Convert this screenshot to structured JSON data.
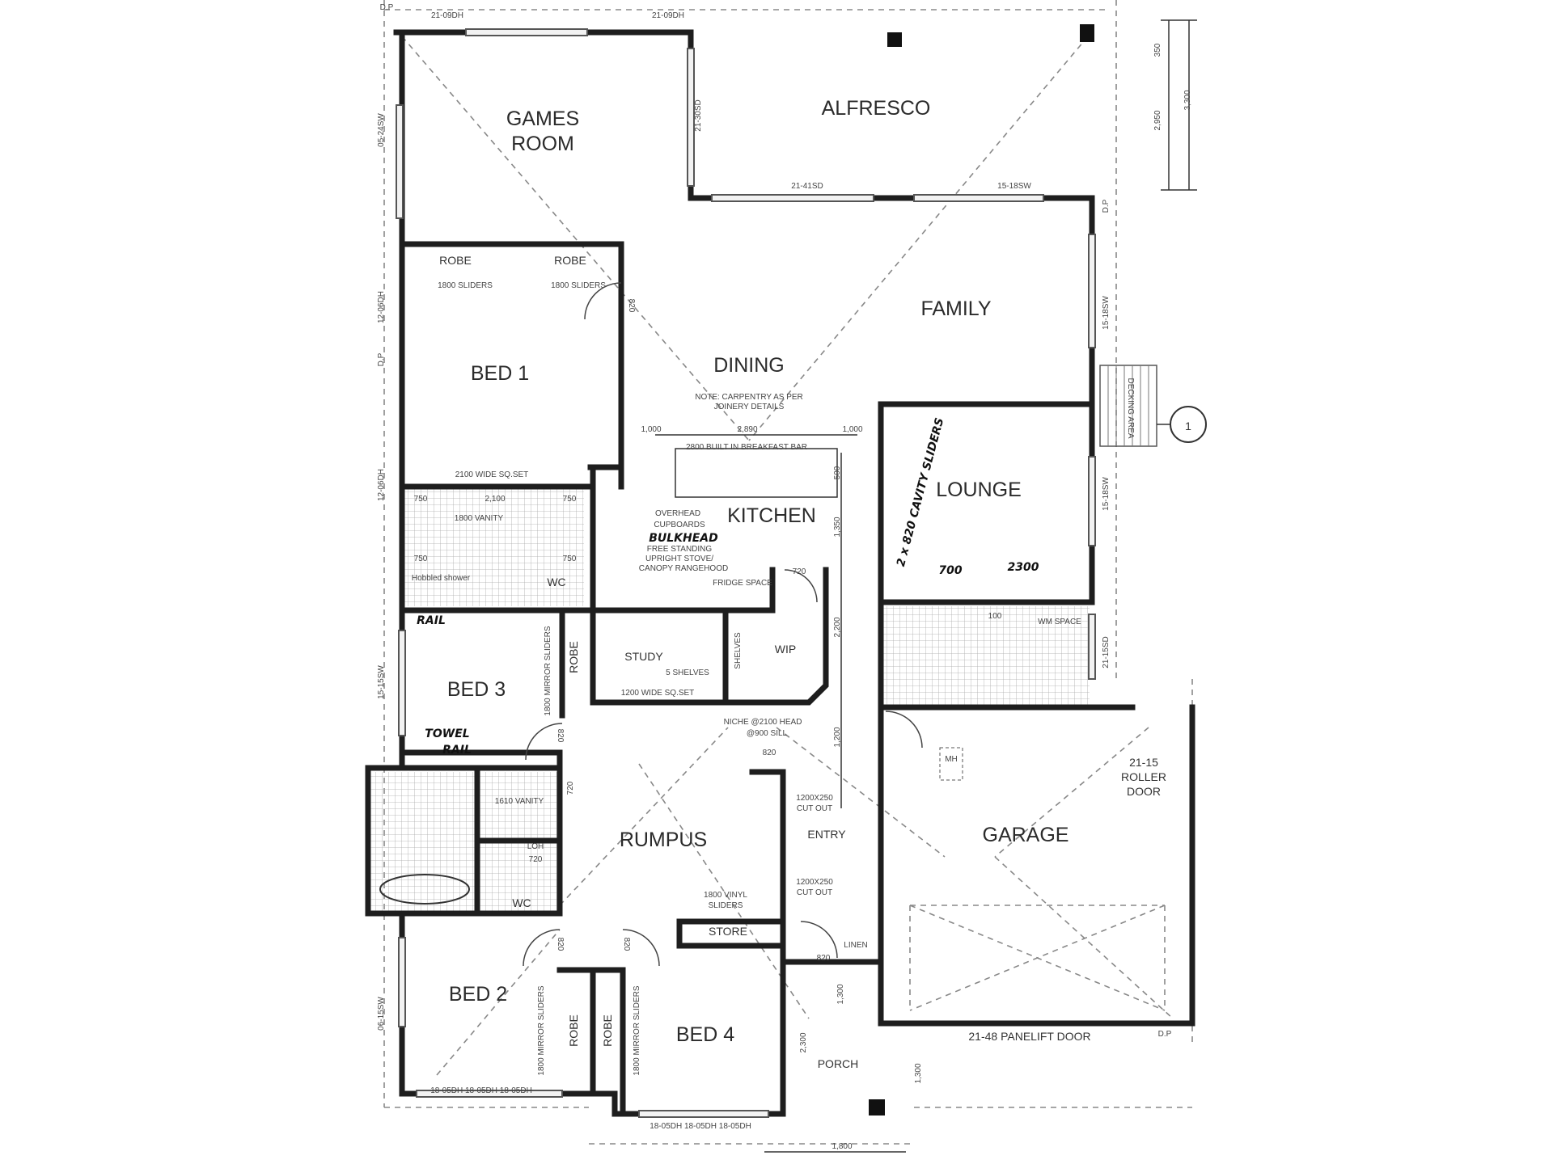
{
  "colors": {
    "wall": "#1e1e1e",
    "background": "#ffffff",
    "dashed": "#888888"
  },
  "rooms": {
    "games_room_1": "GAMES",
    "games_room_2": "ROOM",
    "alfresco": "ALFRESCO",
    "family": "FAMILY",
    "dining": "DINING",
    "bed1": "BED 1",
    "kitchen": "KITCHEN",
    "lounge": "LOUNGE",
    "study": "STUDY",
    "wip": "WIP",
    "bed3": "BED 3",
    "rumpus": "RUMPUS",
    "entry": "ENTRY",
    "garage": "GARAGE",
    "bed2": "BED 2",
    "bed4": "BED 4",
    "porch": "PORCH",
    "store": "STORE",
    "wc_ensuite": "WC",
    "wc_main": "WC",
    "robe_a": "ROBE",
    "robe_b": "ROBE",
    "robe_bed3": "ROBE",
    "robe_bed2": "ROBE",
    "robe_bed4": "ROBE",
    "mh": "MH"
  },
  "openings": {
    "top_dh_1": "21-09DH",
    "top_dh_2": "21-09DH",
    "games_sd": "21-30SD",
    "alfresco_sd": "21-41SD",
    "alfresco_sw": "15-18SW",
    "family_sw": "15-18SW",
    "lounge_sw": "15-18SW",
    "laundry_sd": "21-15SD",
    "games_sw": "05-24SW",
    "bed1_dh": "12-06DH",
    "ensuite_dh": "12-06DH",
    "bed3_sw": "15-15SW",
    "bed2_sw": "06-15SW",
    "bed2_dh": "18-05DH 18-05DH 18-05DH",
    "bed4_dh": "18-05DH 18-05DH 18-05DH",
    "roller_door_1": "21-15",
    "roller_door_2": "ROLLER",
    "roller_door_3": "DOOR",
    "panelift_door": "21-48 PANELIFT DOOR",
    "dp_1": "D.P",
    "dp_2": "D.P",
    "dp_3": "D.P",
    "dp_4": "D.P"
  },
  "notes": {
    "sliders_1": "1800 SLIDERS",
    "sliders_2": "1800 SLIDERS",
    "door_820_bed1": "820",
    "carpentry_1": "NOTE: CARPENTRY AS PER",
    "carpentry_2": "JOINERY DETAILS",
    "dim_1000a": "1,000",
    "dim_2890": "2,890",
    "dim_1000b": "1,000",
    "breakfast_bar": "2800 BUILT IN BREAKFAST BAR",
    "sq_set_2100": "2100 WIDE SQ.SET",
    "dim_750a": "750",
    "dim_2100": "2,100",
    "dim_750b": "750",
    "vanity_1800": "1800 VANITY",
    "dim_750c": "750",
    "dim_750d": "750",
    "hobbled_shower": "Hobbled shower",
    "overhead_1": "OVERHEAD",
    "overhead_2": "CUPBOARDS",
    "bulkhead": "BULKHEAD",
    "stove_1": "FREE STANDING",
    "stove_2": "UPRIGHT STOVE/",
    "stove_3": "CANOPY RANGEHOOD",
    "fridge": "FRIDGE SPACE",
    "door_720_wip": "720",
    "dim_500": "500",
    "dim_1350": "1,350",
    "dim_2200": "2,200",
    "dim_1200": "1,200",
    "cavity_sliders": "2 x 820 CAVITY SLIDERS",
    "dim_700": "700",
    "dim_2300": "2300",
    "rail": "RAIL",
    "mirror_sliders_bed3": "1800 MIRROR SLIDERS",
    "study_shelves": "5 SHELVES",
    "study_sq_set": "1200 WIDE SQ.SET",
    "wip_shelves": "SHELVES",
    "niche_1": "NICHE @2100 HEAD",
    "niche_2": "@900 SILL",
    "door_820_entry": "820",
    "door_820_bed3": "820",
    "towel_rail_1": "TOWEL",
    "towel_rail_2": "RAIL",
    "vanity_1610": "1610 VANITY",
    "dim_720_bath": "720",
    "loh": "LOH",
    "door_720_wc": "720",
    "cutout_1a": "1200X250",
    "cutout_1b": "CUT OUT",
    "cutout_2a": "1200X250",
    "cutout_2b": "CUT OUT",
    "vinyl_1": "1800 VINYL",
    "vinyl_2": "SLIDERS",
    "door_820_bed2": "820",
    "door_820_bed4": "820",
    "door_820_porch": "820",
    "mirror_sliders_bed2": "1800 MIRROR SLIDERS",
    "mirror_sliders_bed4": "1800 MIRROR SLIDERS",
    "dim_1300_porch": "1,300",
    "dim_2300_porch": "2,300",
    "dim_1300_right": "1,300",
    "dim_1800_bottom": "1,800",
    "linen": "LINEN",
    "dim_350": "350",
    "dim_2950": "2,950",
    "dim_3300": "3,300",
    "decking": "DECKING AREA",
    "section_marker": "1",
    "laundry_dim": "100",
    "wm_space": "WM SPACE"
  }
}
